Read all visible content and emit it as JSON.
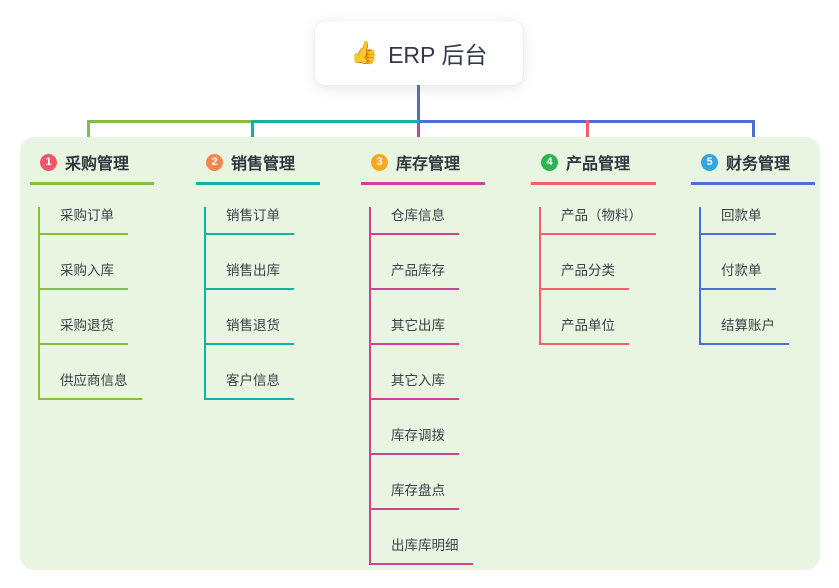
{
  "root": {
    "emoji": "👍",
    "icon": "thumbs-up-icon",
    "title": "ERP 后台"
  },
  "colors": {
    "canvas_bg": "#ffffff",
    "panel_bg": "#e8f5e1",
    "root_connector": "#5b6ac0",
    "title_text": "#31363e",
    "child_text": "#3c4148"
  },
  "branches": [
    {
      "badge": "1",
      "label": "采购管理",
      "badge_color": "#f25568",
      "line_color": "#84bd44",
      "children": [
        "采购订单",
        "采购入库",
        "采购退货",
        "供应商信息"
      ]
    },
    {
      "badge": "2",
      "label": "销售管理",
      "badge_color": "#f7864e",
      "line_color": "#12b3a4",
      "children": [
        "销售订单",
        "销售出库",
        "销售退货",
        "客户信息"
      ]
    },
    {
      "badge": "3",
      "label": "库存管理",
      "badge_color": "#fba919",
      "line_color": "#cc4299",
      "children": [
        "仓库信息",
        "产品库存",
        "其它出库",
        "其它入库",
        "库存调拨",
        "库存盘点",
        "出库库明细"
      ]
    },
    {
      "badge": "4",
      "label": "产品管理",
      "badge_color": "#2cb450",
      "line_color": "#f2606b",
      "children": [
        "产品（物料）",
        "产品分类",
        "产品单位"
      ]
    },
    {
      "badge": "5",
      "label": "财务管理",
      "badge_color": "#36a5dd",
      "line_color": "#4e6fd0",
      "children": [
        "回款单",
        "付款单",
        "结算账户"
      ]
    }
  ]
}
